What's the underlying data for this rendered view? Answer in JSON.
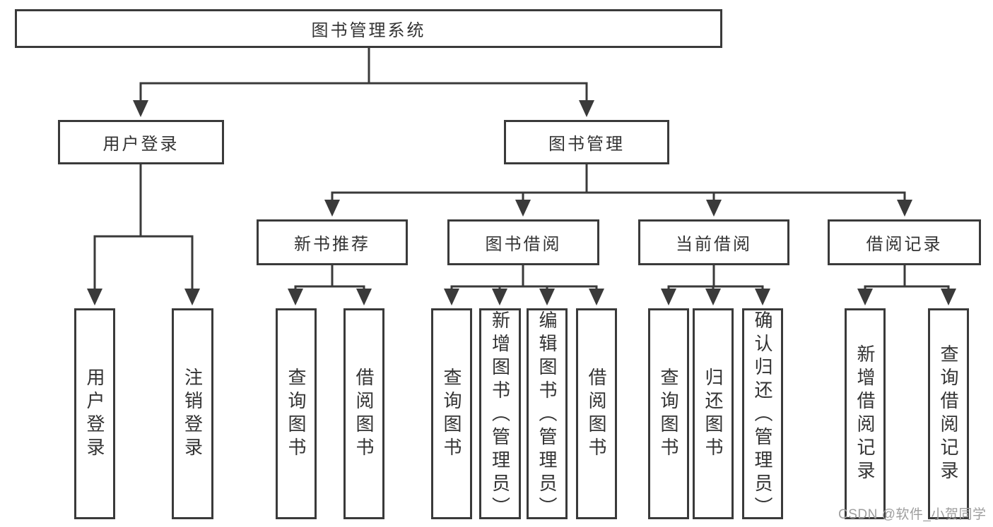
{
  "tree": {
    "label": "图书管理系统",
    "children": [
      {
        "label": "用户登录",
        "children": [
          {
            "label": "用户登录"
          },
          {
            "label": "注销登录"
          }
        ]
      },
      {
        "label": "图书管理",
        "children": [
          {
            "label": "新书推荐",
            "children": [
              {
                "label": "查询图书"
              },
              {
                "label": "借阅图书"
              }
            ]
          },
          {
            "label": "图书借阅",
            "children": [
              {
                "label": "查询图书"
              },
              {
                "label": "新增图书（管理员）"
              },
              {
                "label": "编辑图书（管理员）"
              },
              {
                "label": "借阅图书"
              }
            ]
          },
          {
            "label": "当前借阅",
            "children": [
              {
                "label": "查询图书"
              },
              {
                "label": "归还图书"
              },
              {
                "label": "确认归还（管理员）"
              }
            ]
          },
          {
            "label": "借阅记录",
            "children": [
              {
                "label": "新增借阅记录"
              },
              {
                "label": "查询借阅记录"
              }
            ]
          }
        ]
      }
    ]
  },
  "watermark": "CSDN @软件_小贺同学",
  "colors": {
    "line": "#3a3a3a",
    "text": "#333333",
    "boxbg": "#ffffff",
    "background": "#ffffff",
    "watermark": "#9e9e9e"
  }
}
